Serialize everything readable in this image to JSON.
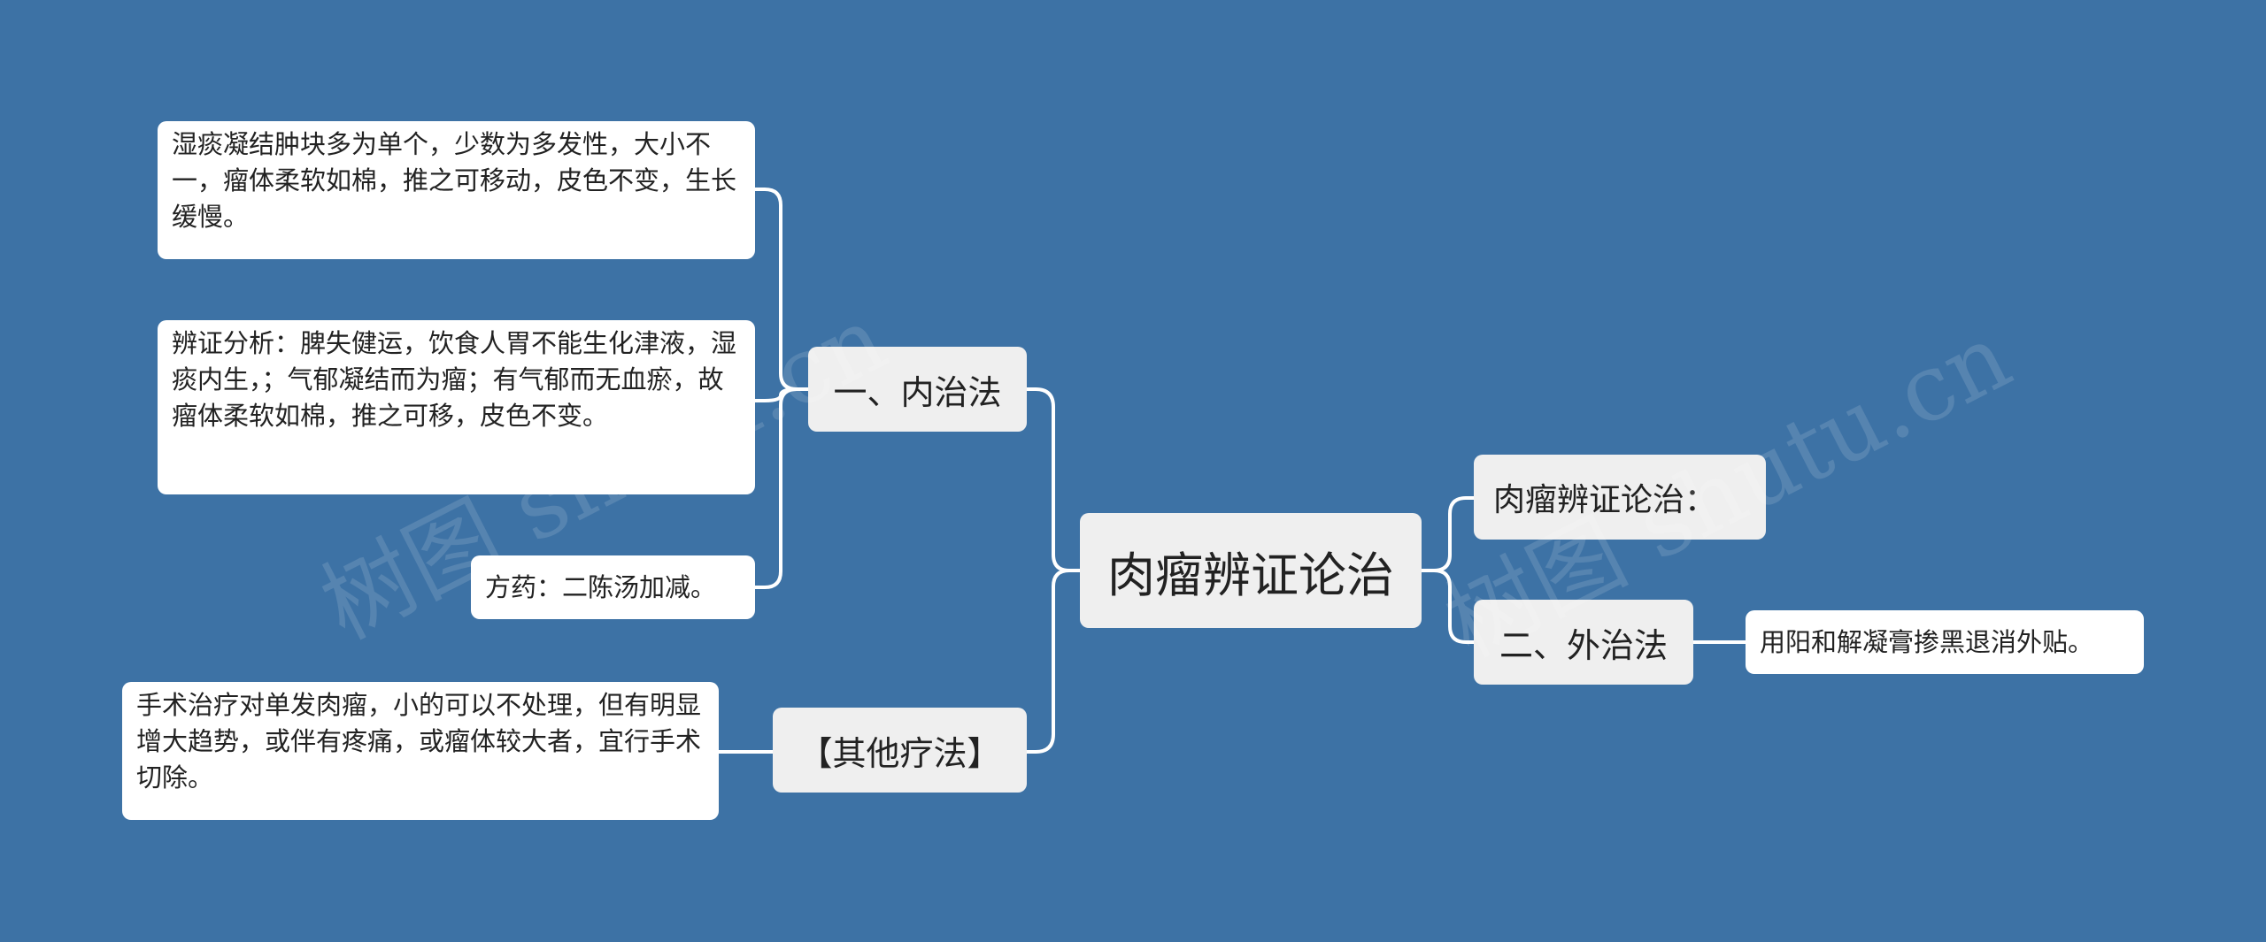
{
  "root": "肉瘤辨证论治",
  "branches": {
    "internal": "一、内治法",
    "other": "【其他疗法】",
    "intro": "肉瘤辨证论治：",
    "external": "二、外治法"
  },
  "leaves": {
    "internal_1": "湿痰凝结肿块多为单个，少数为多发性，大小不一，瘤体柔软如棉，推之可移动，皮色不变，生长缓慢。",
    "internal_2": "辨证分析：脾失健运，饮食人胃不能生化津液，湿痰内生，；气郁凝结而为瘤；有气郁而无血瘀，故瘤体柔软如棉，推之可移，皮色不变。",
    "internal_3": "方药：二陈汤加减。",
    "other_1": "手术治疗对单发肉瘤，小的可以不处理，但有明显增大趋势，或伴有疼痛，或瘤体较大者，宜行手术切除。",
    "external_1": "用阳和解凝膏掺黑退消外贴。"
  },
  "watermarks": [
    "树图 shutu.cn",
    "树图 shutu.cn"
  ],
  "colors": {
    "background": "#3d72a5",
    "connector": "#ffffff",
    "branch_fill": "#efefef",
    "leaf_fill": "#ffffff",
    "text": "#222222"
  }
}
